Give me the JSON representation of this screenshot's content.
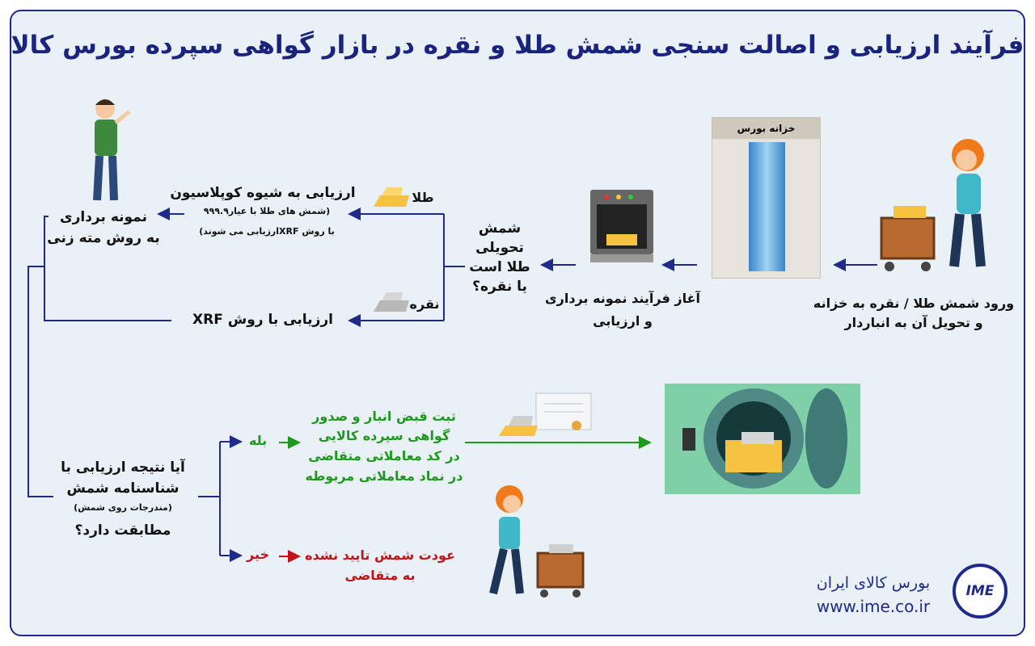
{
  "title": "فرآیند ارزیابی و اصالت سنجی شمش طلا و نقره در بازار گواهی سپرده بورس کالا",
  "steps": {
    "entry": [
      "ورود شمش طلا / نقره به خزانه",
      "و تحویل آن به انباردار"
    ],
    "vault_label": "خزانه بورس",
    "sampling_start": [
      "آغاز فرآیند نمونه برداری",
      "و ارزیابی"
    ],
    "question_metal": [
      "شمش",
      "تحویلی",
      "طلا است",
      "یا نقره؟"
    ],
    "gold_label": "طلا",
    "silver_label": "نقره",
    "gold_method": "ارزیابی به شیوه کوپلاسیون",
    "gold_note": [
      "(شمش های طلا با عیار۹۹۹.۹",
      "با روش XRFارزیابی می شوند)"
    ],
    "silver_method": "ارزیابی با روش XRF",
    "drilling": [
      "نمونه برداری",
      "به روش مته زنی"
    ],
    "question_match": [
      "آیا نتیجه ارزیابی با",
      "شناسنامه شمش",
      "(مندرجات روی شمش)",
      "مطابقت دارد؟"
    ],
    "yes_label": "بله",
    "yes_result": [
      "ثبت قبض انبار و صدور",
      "گواهی سپرده کالایی",
      "در کد معاملاتی متقاضی",
      "در نماد معاملاتی مربوطه"
    ],
    "no_label": "خیر",
    "no_result": [
      "عودت شمش تایید نشده",
      "به متقاضی"
    ]
  },
  "footer": {
    "org": "بورس کالای ایران",
    "url": "www.ime.co.ir",
    "logo_text": "IME"
  },
  "colors": {
    "navy": "#1f2a8a",
    "green": "#1d9a1d",
    "red": "#c4121a",
    "bg": "#e9f1f6"
  }
}
